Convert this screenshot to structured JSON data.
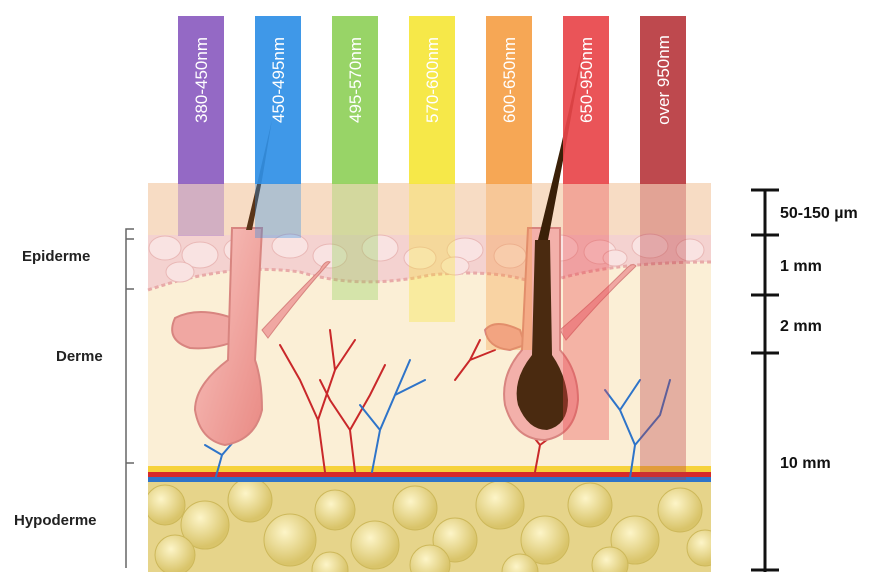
{
  "wavelength_bands": [
    {
      "label": "380-450nm",
      "color": "#8b5cc0"
    },
    {
      "label": "450-495nm",
      "color": "#2f8fe6"
    },
    {
      "label": "495-570nm",
      "color": "#8fd05a"
    },
    {
      "label": "570-600nm",
      "color": "#f5e63a"
    },
    {
      "label": "600-650nm",
      "color": "#f5a046"
    },
    {
      "label": "650-950nm",
      "color": "#e8454a"
    },
    {
      "label": "over  950nm",
      "color": "#b93a3f"
    }
  ],
  "layers": {
    "epidermis": "Epiderme",
    "dermis": "Derme",
    "hypodermis": "Hypoderme"
  },
  "depth_scale": [
    "50-150  µm",
    "1 mm",
    "2 mm",
    "10 mm"
  ],
  "colors": {
    "stratum_corneum": "#f7dcc4",
    "epidermis": "#f4d2d0",
    "dermis": "#fbefd6",
    "hypodermis": "#e6d48a",
    "artery": "#d62a2a",
    "vein": "#2e74c9",
    "hair_light": "#f1a6a0",
    "hair_dark": "#4a2a10"
  }
}
